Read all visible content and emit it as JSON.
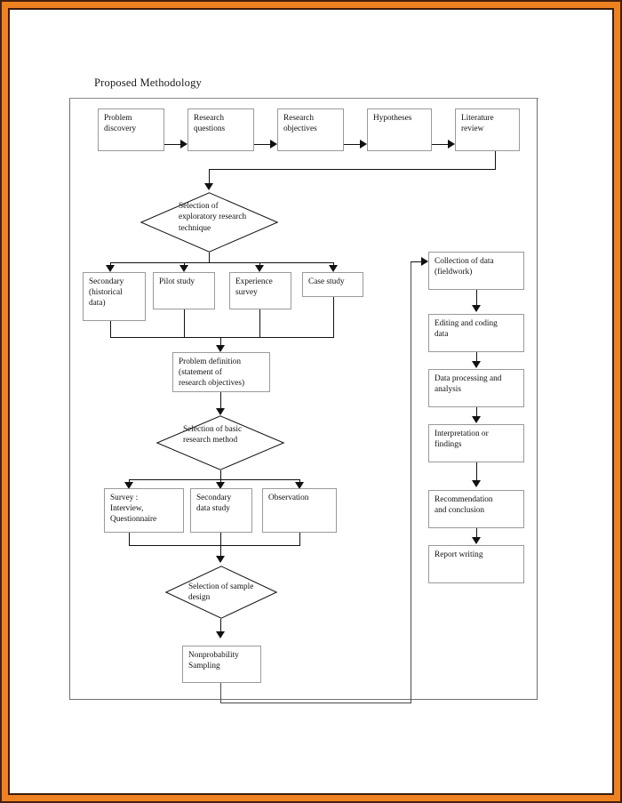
{
  "page": {
    "title": "Proposed Methodology",
    "frame_color": "#ef8220",
    "frame_edge_color": "#46210f",
    "background": "#ffffff",
    "line_color": "#111111",
    "box_border_color": "#9a9a9a"
  },
  "chart_data": {
    "type": "diagram",
    "title": "Proposed Methodology",
    "nodes": [
      {
        "id": "n1",
        "shape": "rect",
        "label": "Problem\ndiscovery"
      },
      {
        "id": "n2",
        "shape": "rect",
        "label": "Research\nquestions"
      },
      {
        "id": "n3",
        "shape": "rect",
        "label": "Research\nobjectives"
      },
      {
        "id": "n4",
        "shape": "rect",
        "label": "Hypotheses"
      },
      {
        "id": "n5",
        "shape": "rect",
        "label": "Literature\nreview"
      },
      {
        "id": "d1",
        "shape": "diamond",
        "label": "Selection of\nexploratory research\ntechnique"
      },
      {
        "id": "n6",
        "shape": "rect",
        "label": "Secondary\n(historical\ndata)"
      },
      {
        "id": "n7",
        "shape": "rect",
        "label": "Pilot study"
      },
      {
        "id": "n8",
        "shape": "rect",
        "label": "Experience\nsurvey"
      },
      {
        "id": "n9",
        "shape": "rect",
        "label": "Case study"
      },
      {
        "id": "n10",
        "shape": "rect",
        "label": "Problem definition\n(statement of\nresearch objectives)"
      },
      {
        "id": "d2",
        "shape": "diamond",
        "label": "Selection of basic\nresearch method"
      },
      {
        "id": "n11",
        "shape": "rect",
        "label": "Survey :\nInterview,\nQuestionnaire"
      },
      {
        "id": "n12",
        "shape": "rect",
        "label": "Secondary\ndata study"
      },
      {
        "id": "n13",
        "shape": "rect",
        "label": "Observation"
      },
      {
        "id": "d3",
        "shape": "diamond",
        "label": "Selection of sample\ndesign"
      },
      {
        "id": "n14",
        "shape": "rect",
        "label": "Nonprobability\nSampling"
      },
      {
        "id": "r1",
        "shape": "rect",
        "label": "Collection of data\n(fieldwork)"
      },
      {
        "id": "r2",
        "shape": "rect",
        "label": "Editing and coding\ndata"
      },
      {
        "id": "r3",
        "shape": "rect",
        "label": "Data processing and\nanalysis"
      },
      {
        "id": "r4",
        "shape": "rect",
        "label": "Interpretation or\nfindings"
      },
      {
        "id": "r5",
        "shape": "rect",
        "label": "Recommendation\nand conclusion"
      },
      {
        "id": "r6",
        "shape": "rect",
        "label": "Report writing"
      }
    ],
    "edges": [
      {
        "from": "n1",
        "to": "n2",
        "style": "arrow-right"
      },
      {
        "from": "n2",
        "to": "n3",
        "style": "arrow-right"
      },
      {
        "from": "n3",
        "to": "n4",
        "style": "arrow-right"
      },
      {
        "from": "n4",
        "to": "n5",
        "style": "arrow-right"
      },
      {
        "from": "n5",
        "to": "d1",
        "style": "elbow-down-left-arrow-down"
      },
      {
        "from": "d1",
        "to": "n6",
        "style": "fan-arrow-down"
      },
      {
        "from": "d1",
        "to": "n7",
        "style": "fan-arrow-down"
      },
      {
        "from": "d1",
        "to": "n8",
        "style": "fan-arrow-down"
      },
      {
        "from": "d1",
        "to": "n9",
        "style": "fan-arrow-down"
      },
      {
        "from": "n6",
        "to": "n10",
        "style": "merge-arrow-down"
      },
      {
        "from": "n7",
        "to": "n10",
        "style": "merge-arrow-down"
      },
      {
        "from": "n8",
        "to": "n10",
        "style": "merge-arrow-down"
      },
      {
        "from": "n9",
        "to": "n10",
        "style": "merge-arrow-down"
      },
      {
        "from": "n10",
        "to": "d2",
        "style": "arrow-down"
      },
      {
        "from": "d2",
        "to": "n11",
        "style": "fan-arrow-down"
      },
      {
        "from": "d2",
        "to": "n12",
        "style": "fan-arrow-down"
      },
      {
        "from": "d2",
        "to": "n13",
        "style": "fan-arrow-down"
      },
      {
        "from": "n11",
        "to": "d3",
        "style": "merge-arrow-down"
      },
      {
        "from": "n12",
        "to": "d3",
        "style": "merge-arrow-down"
      },
      {
        "from": "n13",
        "to": "d3",
        "style": "merge-arrow-down"
      },
      {
        "from": "d3",
        "to": "n14",
        "style": "arrow-down"
      },
      {
        "from": "n14",
        "to": "r1",
        "style": "elbow-down-right-up-arrow-right"
      },
      {
        "from": "r1",
        "to": "r2",
        "style": "arrow-down"
      },
      {
        "from": "r2",
        "to": "r3",
        "style": "arrow-down"
      },
      {
        "from": "r3",
        "to": "r4",
        "style": "arrow-down"
      },
      {
        "from": "r4",
        "to": "r5",
        "style": "arrow-down"
      },
      {
        "from": "r5",
        "to": "r6",
        "style": "arrow-down"
      }
    ]
  },
  "boxes": {
    "problem_discovery": {
      "l1": "Problem",
      "l2": "discovery",
      "l3": ""
    },
    "research_questions": {
      "l1": "Research",
      "l2": "questions",
      "l3": ""
    },
    "research_objectives": {
      "l1": "Research",
      "l2": "objectives",
      "l3": ""
    },
    "hypotheses": {
      "l1": "Hypotheses",
      "l2": "",
      "l3": ""
    },
    "literature_review": {
      "l1": "Literature",
      "l2": "review",
      "l3": ""
    },
    "secondary_hist": {
      "l1": "Secondary",
      "l2": "(historical",
      "l3": "data)"
    },
    "pilot_study": {
      "l1": "Pilot study",
      "l2": "",
      "l3": ""
    },
    "experience_survey": {
      "l1": "Experience",
      "l2": "survey",
      "l3": ""
    },
    "case_study": {
      "l1": "Case study",
      "l2": "",
      "l3": ""
    },
    "problem_definition": {
      "l1": "Problem definition",
      "l2": "(statement of",
      "l3": "research objectives)"
    },
    "survey": {
      "l1": "Survey :",
      "l2": "Interview,",
      "l3": "Questionnaire"
    },
    "secondary_data": {
      "l1": "Secondary",
      "l2": "data study",
      "l3": ""
    },
    "observation": {
      "l1": "Observation",
      "l2": "",
      "l3": ""
    },
    "nonprobability": {
      "l1": "Nonprobability",
      "l2": "Sampling",
      "l3": ""
    },
    "collection": {
      "l1": "Collection of data",
      "l2": "(fieldwork)",
      "l3": ""
    },
    "editing": {
      "l1": "Editing and coding",
      "l2": "data",
      "l3": ""
    },
    "processing": {
      "l1": "Data processing and",
      "l2": "analysis",
      "l3": ""
    },
    "interpretation": {
      "l1": "Interpretation or",
      "l2": "findings",
      "l3": ""
    },
    "recommendation": {
      "l1": "Recommendation",
      "l2": "and conclusion",
      "l3": ""
    },
    "report": {
      "l1": "Report writing",
      "l2": "",
      "l3": ""
    }
  },
  "diamonds": {
    "exploratory": {
      "l1": "Selection of",
      "l2": "exploratory research",
      "l3": "technique"
    },
    "basic": {
      "l1": "Selection of basic",
      "l2": "research method",
      "l3": ""
    },
    "sample": {
      "l1": "Selection of sample",
      "l2": "design",
      "l3": ""
    }
  }
}
